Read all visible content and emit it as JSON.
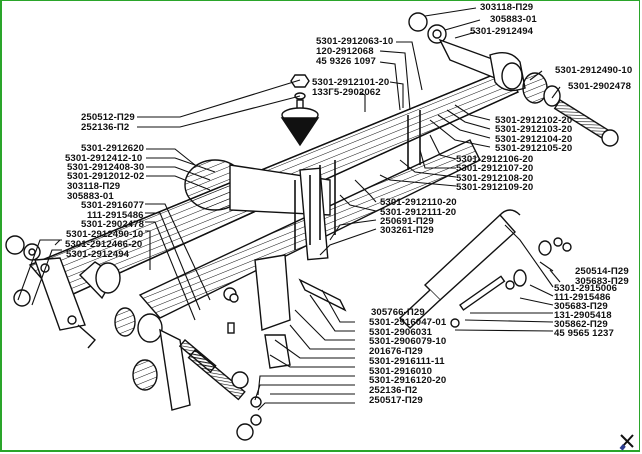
{
  "diagram": {
    "title": "Rear leaf spring suspension exploded view",
    "accent_border": "#2aa52a",
    "callouts": {
      "c01": "303118-П29",
      "c02": "305883-01",
      "c03": "5301-2912494",
      "c04": "5301-2912063-10",
      "c05": "120-2912068",
      "c06": "45 9326 1097",
      "c07": "5301-2912490-10",
      "c08": "5301-2902478",
      "c09": "5301-2912101-20",
      "c10": "133Г5-2902062",
      "c11": "250512-П29",
      "c12": "252136-П2",
      "c13": "5301-2912102-20",
      "c14": "5301-2912103-20",
      "c15": "5301-2912104-20",
      "c16": "5301-2912105-20",
      "c17": "5301-2912620",
      "c18": "5301-2912412-10",
      "c19": "5301-2912408-30",
      "c20": "5301-2912012-02",
      "c21": "5301-2912106-20",
      "c22": "5301-2912107-20",
      "c23": "5301-2912108-20",
      "c24": "5301-2912109-20",
      "c25": "303118-П29",
      "c26": "305883-01",
      "c27": "5301-2916077",
      "c28": "111-2915486",
      "c29": "5301-2902478",
      "c30": "5301-2912490-10",
      "c31": "5301-2912466-20",
      "c32": "5301-2912494",
      "c33": "5301-2912110-20",
      "c34": "5301-2912111-20",
      "c35": "250691-П29",
      "c36": "303261-П29",
      "c37": "250514-П29",
      "c38": "305683-П29",
      "c39": "5301-2915006",
      "c40": "111-2915486",
      "c41": "305683-П29",
      "c42": "131-2905418",
      "c43": "305862-П29",
      "c44": "45 9565 1237",
      "c45": "305766-П29",
      "c46": "5301-2916047-01",
      "c47": "5301-2906031",
      "c48": "5301-2906079-10",
      "c49": "201676-П29",
      "c50": "5301-2916111-11",
      "c51": "5301-2916010",
      "c52": "5301-2916120-20",
      "c53": "252136-П2",
      "c54": "250517-П29"
    },
    "icons": {
      "watermark": "wrench-screwdriver-icon"
    }
  }
}
